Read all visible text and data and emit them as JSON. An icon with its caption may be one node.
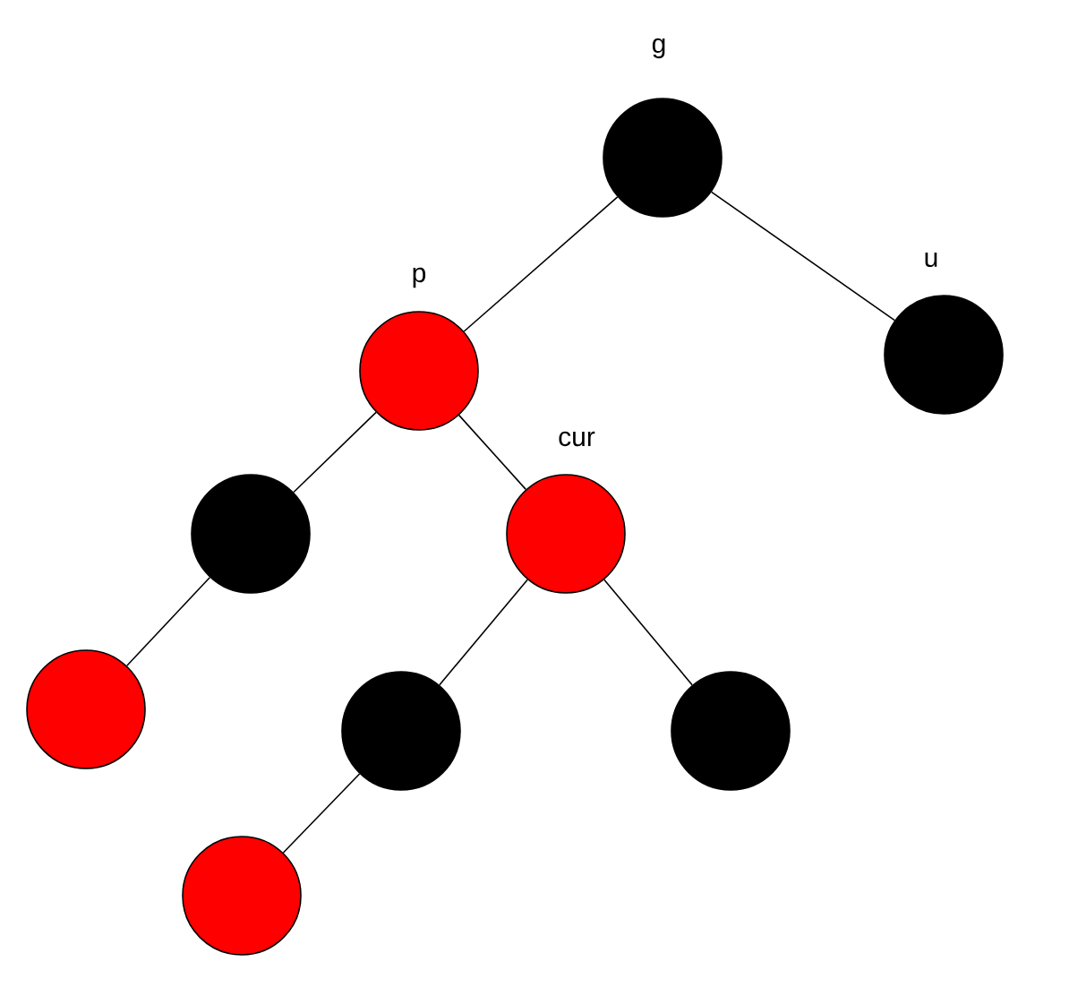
{
  "diagram": {
    "nodes": [
      {
        "text": [],
        "shape": "circle",
        "beside": [
          "g"
        ]
      },
      {
        "text": [],
        "shape": "circle",
        "beside": [
          "p"
        ]
      },
      {
        "text": [],
        "shape": "circle",
        "beside": [
          "u"
        ]
      },
      {
        "text": [],
        "shape": "circle"
      },
      {
        "text": [],
        "shape": "circle",
        "beside": [
          "cur"
        ]
      },
      {
        "text": [],
        "shape": "circle"
      },
      {
        "text": [],
        "shape": "circle"
      },
      {
        "text": [],
        "shape": "circle"
      },
      {
        "text": [],
        "shape": "circle"
      }
    ],
    "edges": [
      {
        "from": 0,
        "to": 1,
        "arrow": "none"
      },
      {
        "from": 0,
        "to": 2,
        "arrow": "none"
      },
      {
        "from": 1,
        "to": 3,
        "arrow": "none"
      },
      {
        "from": 1,
        "to": 4,
        "arrow": "none"
      },
      {
        "from": 3,
        "to": 5,
        "arrow": "none"
      },
      {
        "from": 4,
        "to": 6,
        "arrow": "none"
      },
      {
        "from": 4,
        "to": 7,
        "arrow": "none"
      },
      {
        "from": 6,
        "to": 8,
        "arrow": "none"
      }
    ]
  }
}
